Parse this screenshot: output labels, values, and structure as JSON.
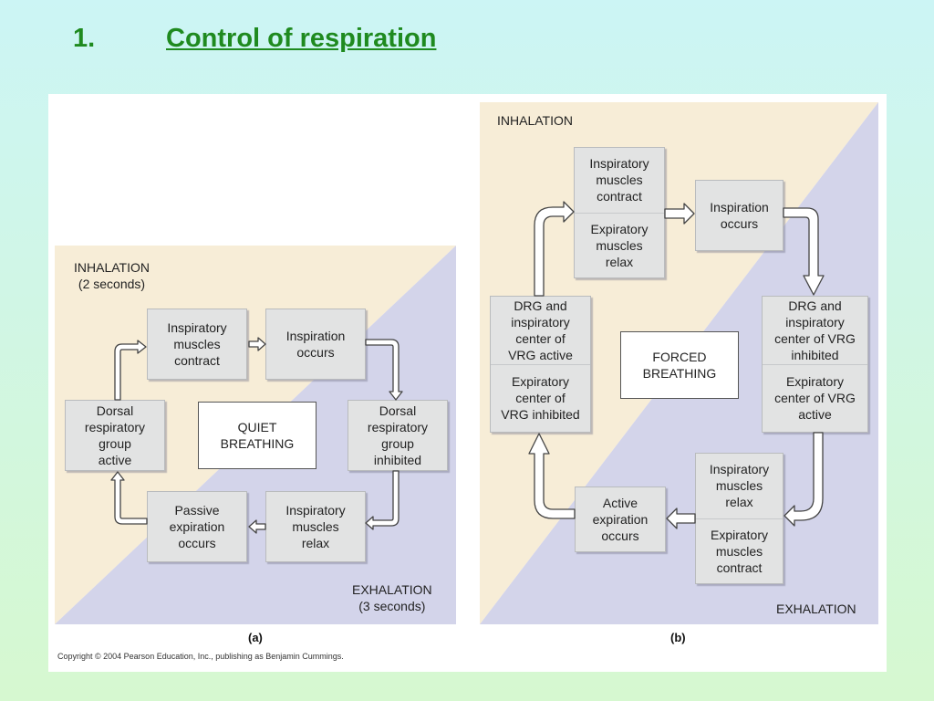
{
  "slide": {
    "number": "1.",
    "title": "Control of respiration"
  },
  "panel_a": {
    "caption": "(a)",
    "inhalation_label": "INHALATION\n(2 seconds)",
    "exhalation_label": "EXHALATION\n(3 seconds)",
    "center_label": "QUIET\nBREATHING",
    "boxes": {
      "inspiratory_contract": "Inspiratory\nmuscles\ncontract",
      "inspiration_occurs": "Inspiration\noccurs",
      "drg_inhibited": "Dorsal\nrespiratory\ngroup\ninhibited",
      "inspiratory_relax": "Inspiratory\nmuscles\nrelax",
      "passive_expiration": "Passive\nexpiration\noccurs",
      "drg_active": "Dorsal\nrespiratory\ngroup\nactive"
    }
  },
  "panel_b": {
    "caption": "(b)",
    "inhalation_label": "INHALATION",
    "exhalation_label": "EXHALATION",
    "center_label": "FORCED\nBREATHING",
    "boxes": {
      "inspiratory_contract": "Inspiratory\nmuscles\ncontract",
      "expiratory_relax": "Expiratory\nmuscles\nrelax",
      "inspiration_occurs": "Inspiration\noccurs",
      "drg_inhibited": "DRG and\ninspiratory\ncenter of VRG\ninhibited",
      "expiratory_active": "Expiratory\ncenter of VRG\nactive",
      "inspiratory_relax": "Inspiratory\nmuscles\nrelax",
      "expiratory_contract": "Expiratory\nmuscles\ncontract",
      "active_expiration": "Active\nexpiration\noccurs",
      "drg_active": "DRG and\ninspiratory\ncenter of\nVRG active",
      "expiratory_inhibited": "Expiratory\ncenter of\nVRG inhibited"
    }
  },
  "copyright": "Copyright © 2004 Pearson Education, Inc., publishing as Benjamin Cummings.",
  "colors": {
    "title": "#1f8a1f",
    "inhalation_zone": "#f7edd7",
    "exhalation_zone": "#d3d4ea",
    "box_fill": "#e2e3e3"
  }
}
